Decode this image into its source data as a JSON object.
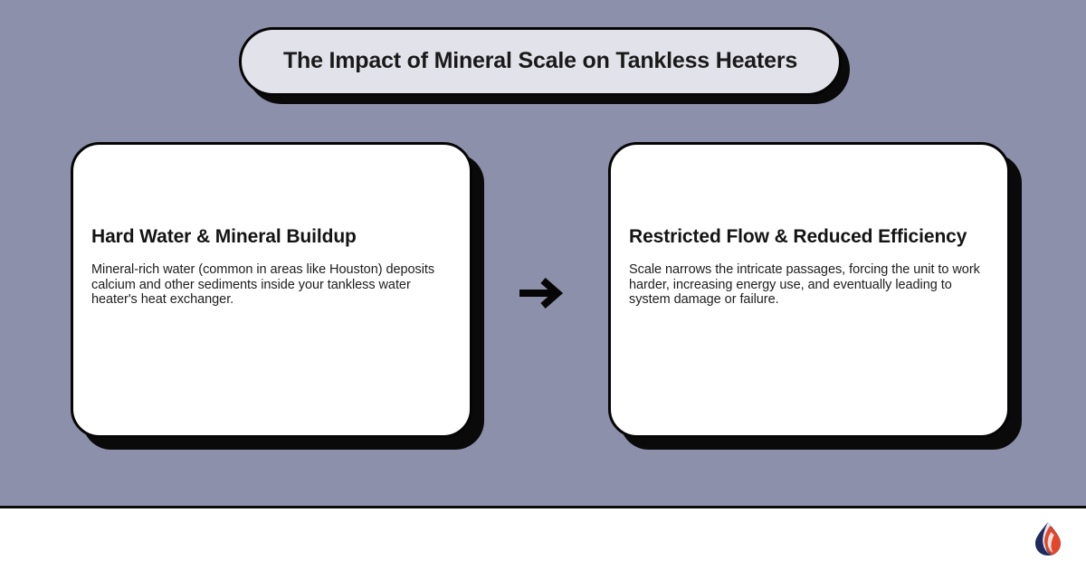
{
  "page": {
    "background_color": "#8d90aa",
    "footer_background": "#ffffff"
  },
  "title": {
    "text": "The Impact of Mineral Scale on Tankless Heaters",
    "pill_color": "#e2e2ea",
    "border_color": "#050505",
    "text_color": "#1a1a1a"
  },
  "connector": {
    "icon": "arrow-right-icon",
    "color": "#060606"
  },
  "cards": [
    {
      "heading": "Hard Water & Mineral Buildup",
      "body": "Mineral-rich water (common in areas like Houston) deposits calcium and other sediments inside your tankless water heater's heat exchanger.",
      "background": "#ffffff",
      "border_color": "#050505"
    },
    {
      "heading": "Restricted Flow & Reduced Efficiency",
      "body": "Scale narrows the intricate passages, forcing the unit to work harder, increasing energy use, and eventually leading to system damage or failure.",
      "background": "#ffffff",
      "border_color": "#050505"
    }
  ],
  "footer": {
    "logo": {
      "icon": "flame-droplet-logo-icon",
      "color_left": "#1f2a5e",
      "color_right": "#e0472c"
    },
    "divider_color": "#0b0b0b"
  }
}
